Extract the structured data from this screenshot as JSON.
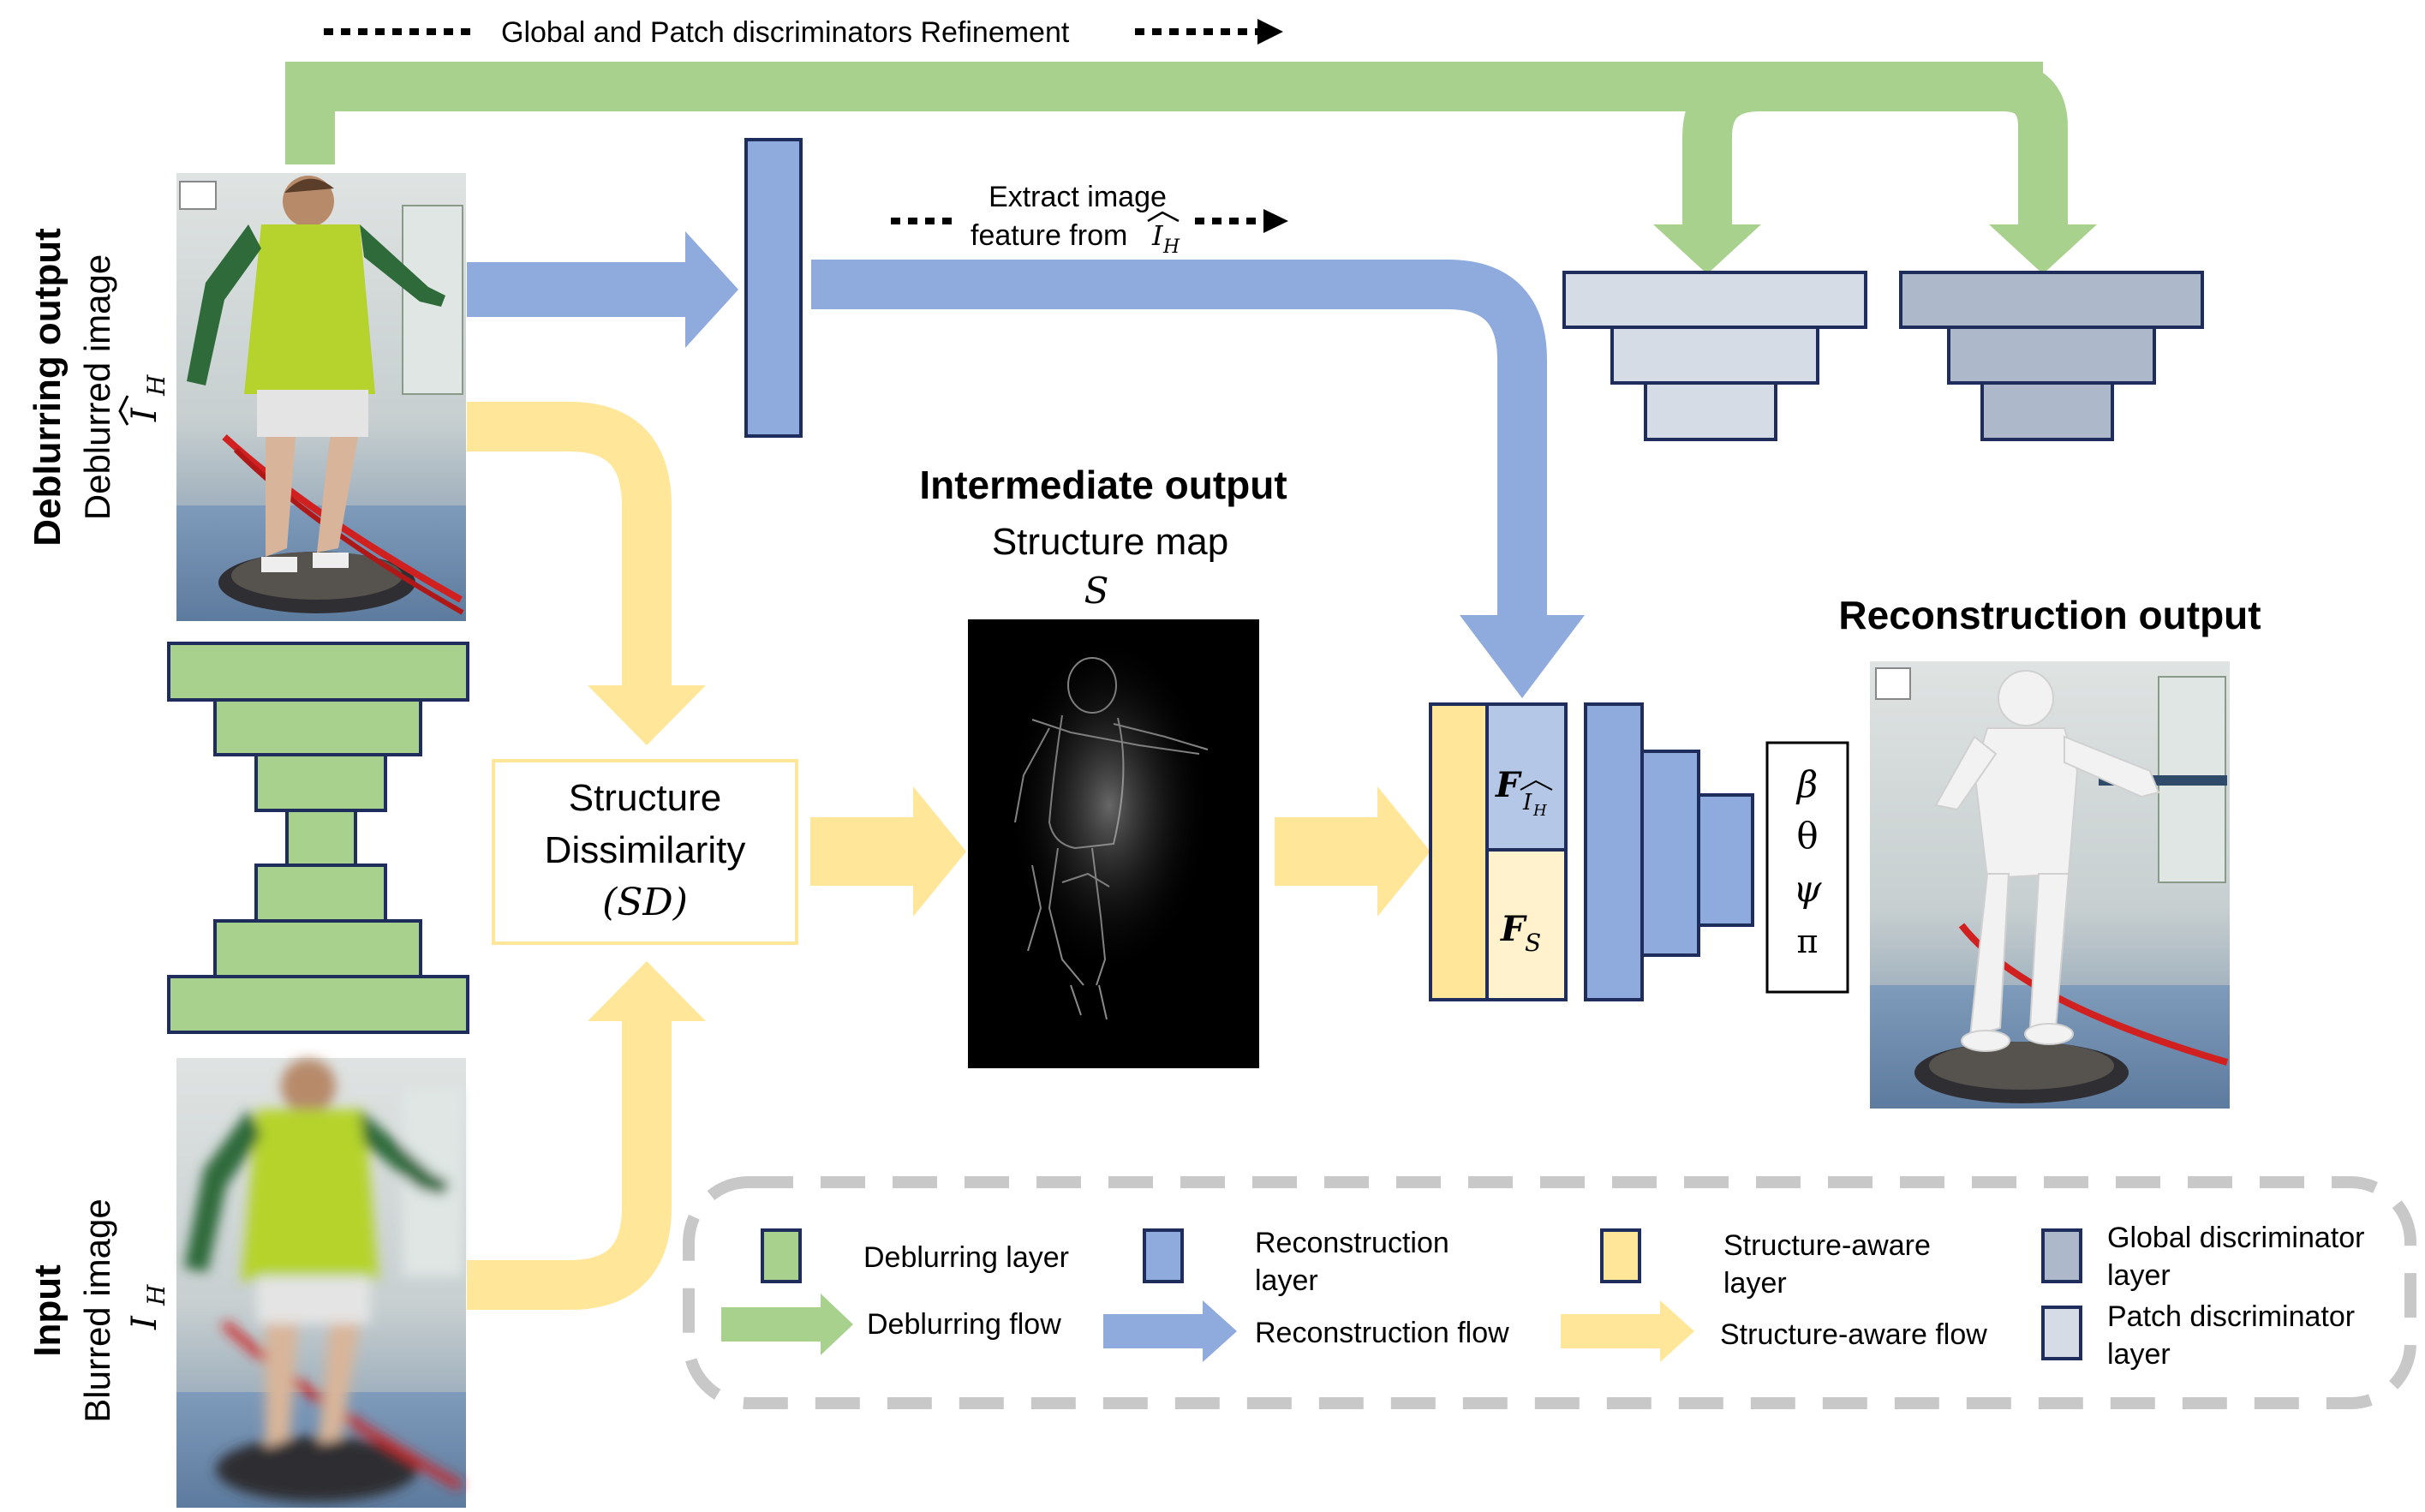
{
  "top_flow": {
    "label": "Global and Patch discriminators Refinement"
  },
  "extract": {
    "line1": "Extract image",
    "line2": "feature from ",
    "symbol": "I",
    "symbol_sub": "H"
  },
  "left_top": {
    "bold": "Deblurring output",
    "line1": "Deblurred image",
    "symbol": "I",
    "symbol_sub": "H"
  },
  "left_bottom": {
    "bold": "Input",
    "line1": "Blurred image",
    "symbol": "I",
    "symbol_sub": "H"
  },
  "sd_box": {
    "line1": "Structure",
    "line2": "Dissimilarity",
    "line3": "(SD)"
  },
  "intermediate": {
    "title": "Intermediate output",
    "subtitle": "Structure map",
    "symbol": "S"
  },
  "reconstruction": {
    "title": "Reconstruction output"
  },
  "feature_labels": {
    "fi_main": "F",
    "fi_sub": "I",
    "fi_subsub": "H",
    "fs_main": "F",
    "fs_sub": "S"
  },
  "params": [
    "β",
    "θ",
    "ψ",
    "π"
  ],
  "legend": {
    "deblur_layer": "Deblurring layer",
    "deblur_flow": "Deblurring flow",
    "recon_layer_1": "Reconstruction",
    "recon_layer_2": "layer",
    "recon_flow": "Reconstruction flow",
    "struct_layer_1": "Structure-aware",
    "struct_layer_2": "layer",
    "struct_flow": "Structure-aware flow",
    "global_1": "Global discriminator",
    "global_2": "layer",
    "patch_1": "Patch discriminator",
    "patch_2": "layer"
  },
  "colors": {
    "green_layer": "#a9d18e",
    "green_flow": "#a9d18e",
    "blue_layer": "#8faadc",
    "blue_flow": "#8faadc",
    "yellow_layer": "#ffe699",
    "yellow_flow": "#ffe699",
    "feature_blue": "#b4c7e7",
    "feature_yellow": "#fff2cc",
    "global_disc": "#adb9ca",
    "patch_disc": "#d6dce5",
    "outline": "#1f2d5c",
    "legend_dash": "#c8c8c8"
  }
}
